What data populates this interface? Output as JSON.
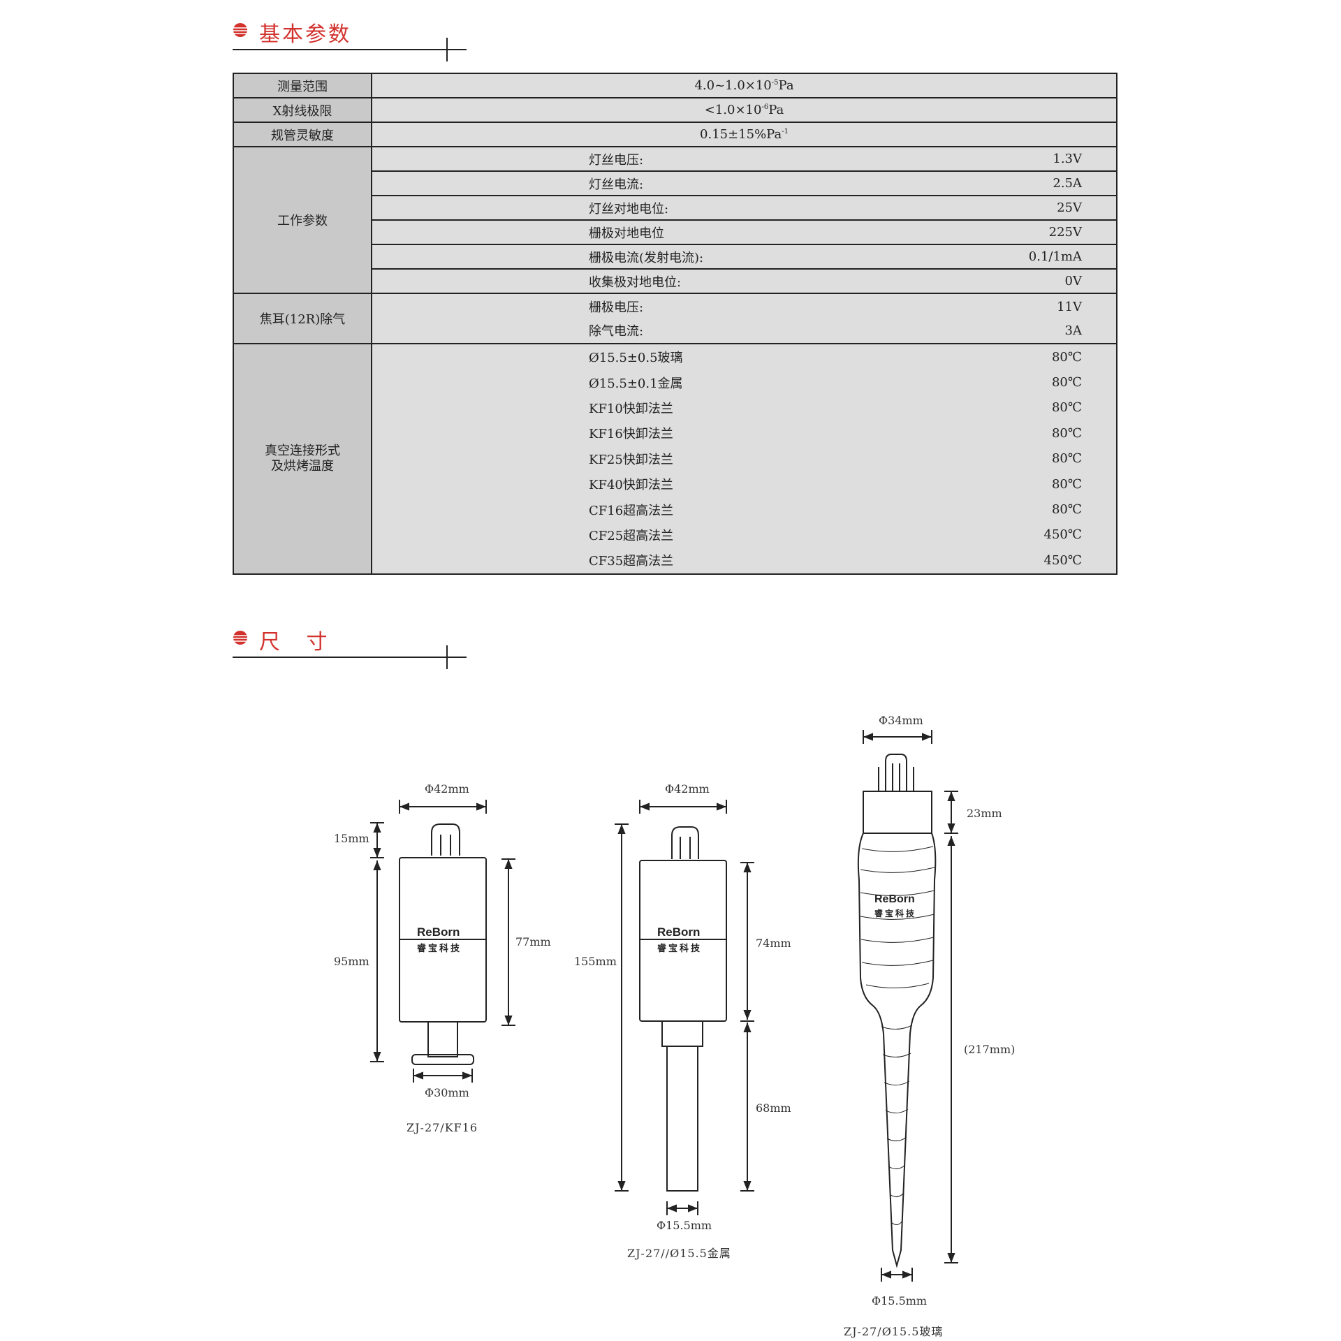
{
  "sections": {
    "params_title": "基本参数",
    "dims_title": "尺 寸"
  },
  "table": {
    "measure_range": {
      "label": "测量范围",
      "value": "4.0~1.0×10",
      "exp": "-5",
      "unit": "Pa"
    },
    "xray_limit": {
      "label": "X射线极限",
      "value": "<1.0×10",
      "exp": "-6",
      "unit": "Pa"
    },
    "sensitivity": {
      "label": "规管灵敏度",
      "value": "0.15±15%Pa",
      "exp": "-1"
    },
    "work": {
      "label": "工作参数",
      "rows": [
        {
          "k": "灯丝电压:",
          "v": "1.3V"
        },
        {
          "k": "灯丝电流:",
          "v": "2.5A"
        },
        {
          "k": "灯丝对地电位:",
          "v": "25V"
        },
        {
          "k": "栅极对地电位",
          "v": "225V"
        },
        {
          "k": "栅极电流(发射电流):",
          "v": "0.1/1mA"
        },
        {
          "k": "收集极对地电位:",
          "v": "0V"
        }
      ]
    },
    "degas": {
      "label": "焦耳(12R)除气",
      "rows": [
        {
          "k": "栅极电压:",
          "v": "11V"
        },
        {
          "k": "除气电流:",
          "v": "3A"
        }
      ]
    },
    "connection": {
      "label_line1": "真空连接形式",
      "label_line2": "及烘烤温度",
      "rows": [
        {
          "k": "Ø15.5±0.5玻璃",
          "v": "80℃"
        },
        {
          "k": "Ø15.5±0.1金属",
          "v": "80℃"
        },
        {
          "k": "KF10快卸法兰",
          "v": "80℃"
        },
        {
          "k": "KF16快卸法兰",
          "v": "80℃"
        },
        {
          "k": "KF25快卸法兰",
          "v": "80℃"
        },
        {
          "k": "KF40快卸法兰",
          "v": "80℃"
        },
        {
          "k": "CF16超高法兰",
          "v": "80℃"
        },
        {
          "k": "CF25超高法兰",
          "v": "450℃"
        },
        {
          "k": "CF35超高法兰",
          "v": "450℃"
        }
      ]
    }
  },
  "drawings": {
    "logo_text": "ReBorn",
    "logo_cn": "睿宝科技",
    "d1": {
      "width": "Φ42mm",
      "top": "15mm",
      "body": "77mm",
      "total": "95mm",
      "flange": "Φ30mm",
      "caption": "ZJ-27/KF16"
    },
    "d2": {
      "width": "Φ42mm",
      "total": "155mm",
      "body": "74mm",
      "tube": "68mm",
      "pipe": "Φ15.5mm",
      "caption": "ZJ-27//Ø15.5金属"
    },
    "d3": {
      "width": "Φ34mm",
      "cap": "23mm",
      "total": "(217mm)",
      "pipe": "Φ15.5mm",
      "caption": "ZJ-27/Ø15.5玻璃"
    }
  },
  "colors": {
    "accent": "#d2322d",
    "label_bg": "#c9c9c9",
    "value_bg": "#dedede"
  }
}
